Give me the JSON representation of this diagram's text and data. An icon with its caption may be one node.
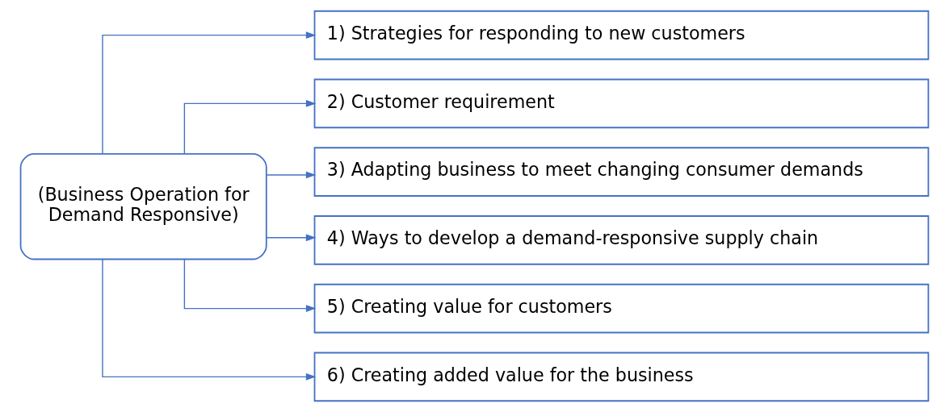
{
  "diagram": {
    "nodes": [
      {
        "text": [
          "(Business Operation for Demand Responsive)"
        ]
      },
      {
        "text": [
          "1) Strategies for responding to new customers"
        ]
      },
      {
        "text": [
          "2) Customer requirement"
        ]
      },
      {
        "text": [
          "3) Adapting business to meet changing consumer demands"
        ]
      },
      {
        "text": [
          "4) Ways to develop a demand-responsive supply chain"
        ]
      },
      {
        "text": [
          "5) Creating value for customers"
        ]
      },
      {
        "text": [
          "6) Creating added value for the business"
        ]
      }
    ],
    "edges": [
      {
        "from": 0,
        "to": 1,
        "arrow": "to"
      },
      {
        "from": 0,
        "to": 2,
        "arrow": "to"
      },
      {
        "from": 0,
        "to": 3,
        "arrow": "to"
      },
      {
        "from": 0,
        "to": 4,
        "arrow": "to"
      },
      {
        "from": 0,
        "to": 5,
        "arrow": "to"
      },
      {
        "from": 0,
        "to": 6,
        "arrow": "to"
      }
    ]
  }
}
